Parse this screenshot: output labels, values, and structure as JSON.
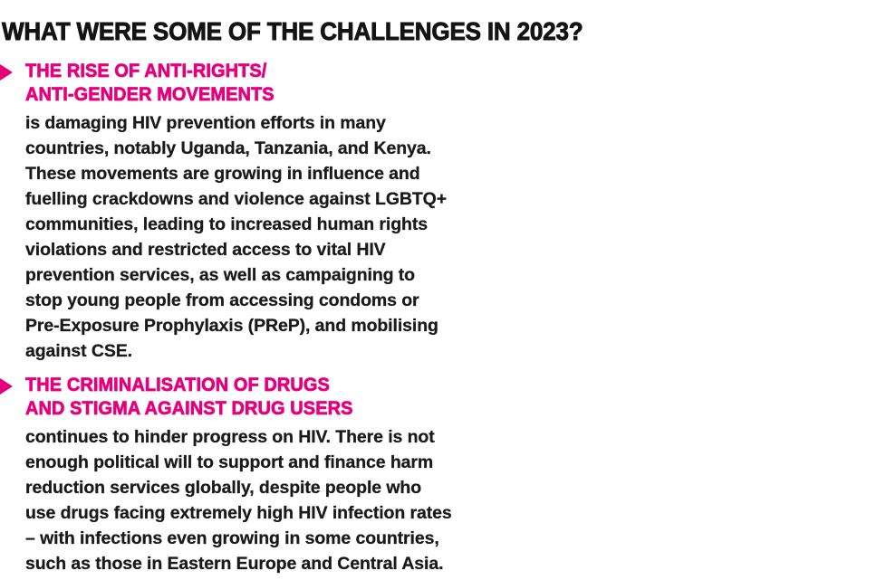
{
  "document": {
    "title": "WHAT WERE SOME OF THE CHALLENGES IN 2023?",
    "background_color": "#ffffff",
    "accent_color": "#E6007E",
    "text_color": "#1A1A1A"
  },
  "blocks": [
    {
      "marker": "triangle-right-bullet",
      "heading_lines": [
        "THE RISE OF ANTI-RIGHTS/",
        "ANTI-GENDER MOVEMENTS"
      ],
      "body_lines": [
        "is damaging HIV prevention efforts in many",
        "countries, notably Uganda, Tanzania, and Kenya.",
        "These movements are growing in influence and",
        "fuelling crackdowns and violence against LGBTQ+",
        "communities, leading to increased human rights",
        "violations and restricted access to vital HIV",
        "prevention services, as well as campaigning to",
        "stop young people from accessing condoms or",
        "Pre-Exposure Prophylaxis (PReP), and mobilising",
        "against CSE."
      ]
    },
    {
      "marker": "triangle-right-bullet",
      "heading_lines": [
        "THE CRIMINALISATION OF DRUGS",
        "AND STIGMA AGAINST DRUG USERS"
      ],
      "body_lines": [
        "continues to hinder progress on HIV. There is not",
        "enough political will to support and finance harm",
        "reduction services globally, despite people who",
        "use drugs facing extremely high HIV infection rates",
        "– with infections even growing in some countries,",
        "such as those in Eastern Europe and Central Asia."
      ]
    }
  ]
}
